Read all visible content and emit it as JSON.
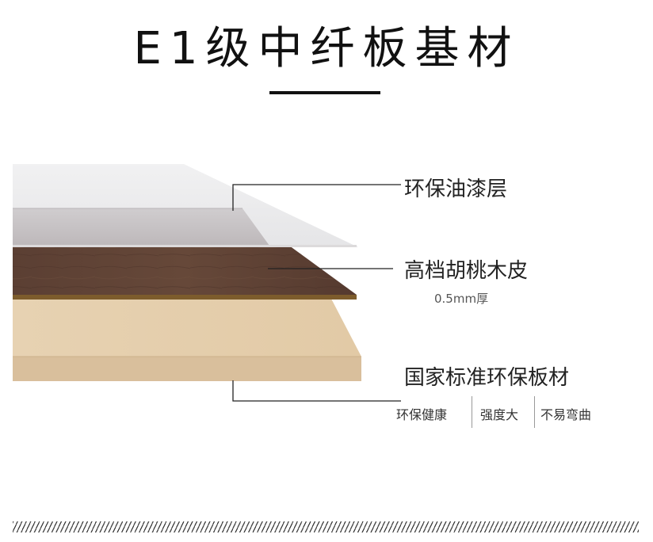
{
  "title": "E1级中纤板基材",
  "layers": [
    {
      "label": "环保油漆层"
    },
    {
      "label": "高档胡桃木皮",
      "sub": "0.5mm厚"
    },
    {
      "label": "国家标准环保板材",
      "features": [
        "环保健康",
        "强度大",
        "不易弯曲"
      ]
    }
  ],
  "colors": {
    "paint": "#e6e6e8",
    "veneer": "#5a3e32",
    "veneer_edge": "#7a5a2a",
    "board": "#e4ccaa",
    "board_side": "#dcc2a0",
    "text": "#222222"
  }
}
